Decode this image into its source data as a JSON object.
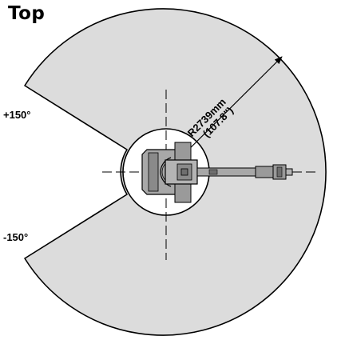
{
  "view_title": "Top",
  "angles": {
    "positive": "+150°",
    "negative": "-150°"
  },
  "reach": {
    "metric": "R2739mm",
    "imperial": "(107.8\")"
  },
  "colors": {
    "work_envelope_fill": "#dcdcdc",
    "outline": "#000000",
    "robot_fill": "#9a9a9a",
    "robot_dark": "#6e6e6e"
  }
}
